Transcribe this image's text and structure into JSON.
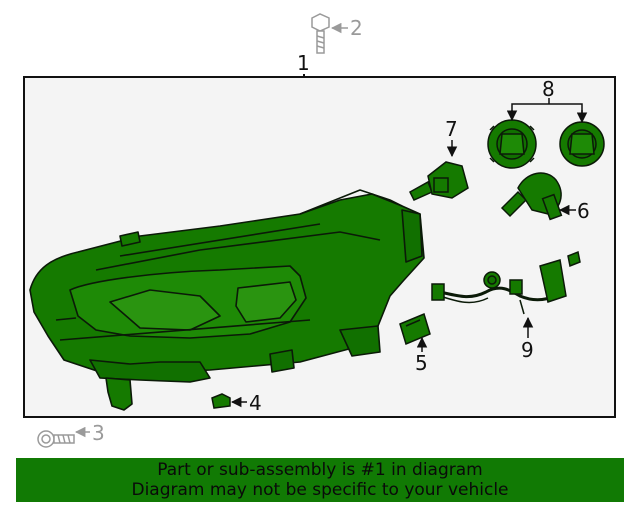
{
  "colors": {
    "part_fill": "#157a00",
    "part_stroke": "#0b1a08",
    "frame_fill": "#f4f4f4",
    "frame_stroke": "#111111",
    "muted": "#9a9a9a",
    "banner_bg": "#117a04"
  },
  "callouts": {
    "c1": "1",
    "c2": "2",
    "c3": "3",
    "c4": "4",
    "c5": "5",
    "c6": "6",
    "c7": "7",
    "c8": "8",
    "c9": "9"
  },
  "banner": {
    "line1": "Part or sub-assembly is #1 in diagram",
    "line2": "Diagram may not be specific to your vehicle"
  }
}
